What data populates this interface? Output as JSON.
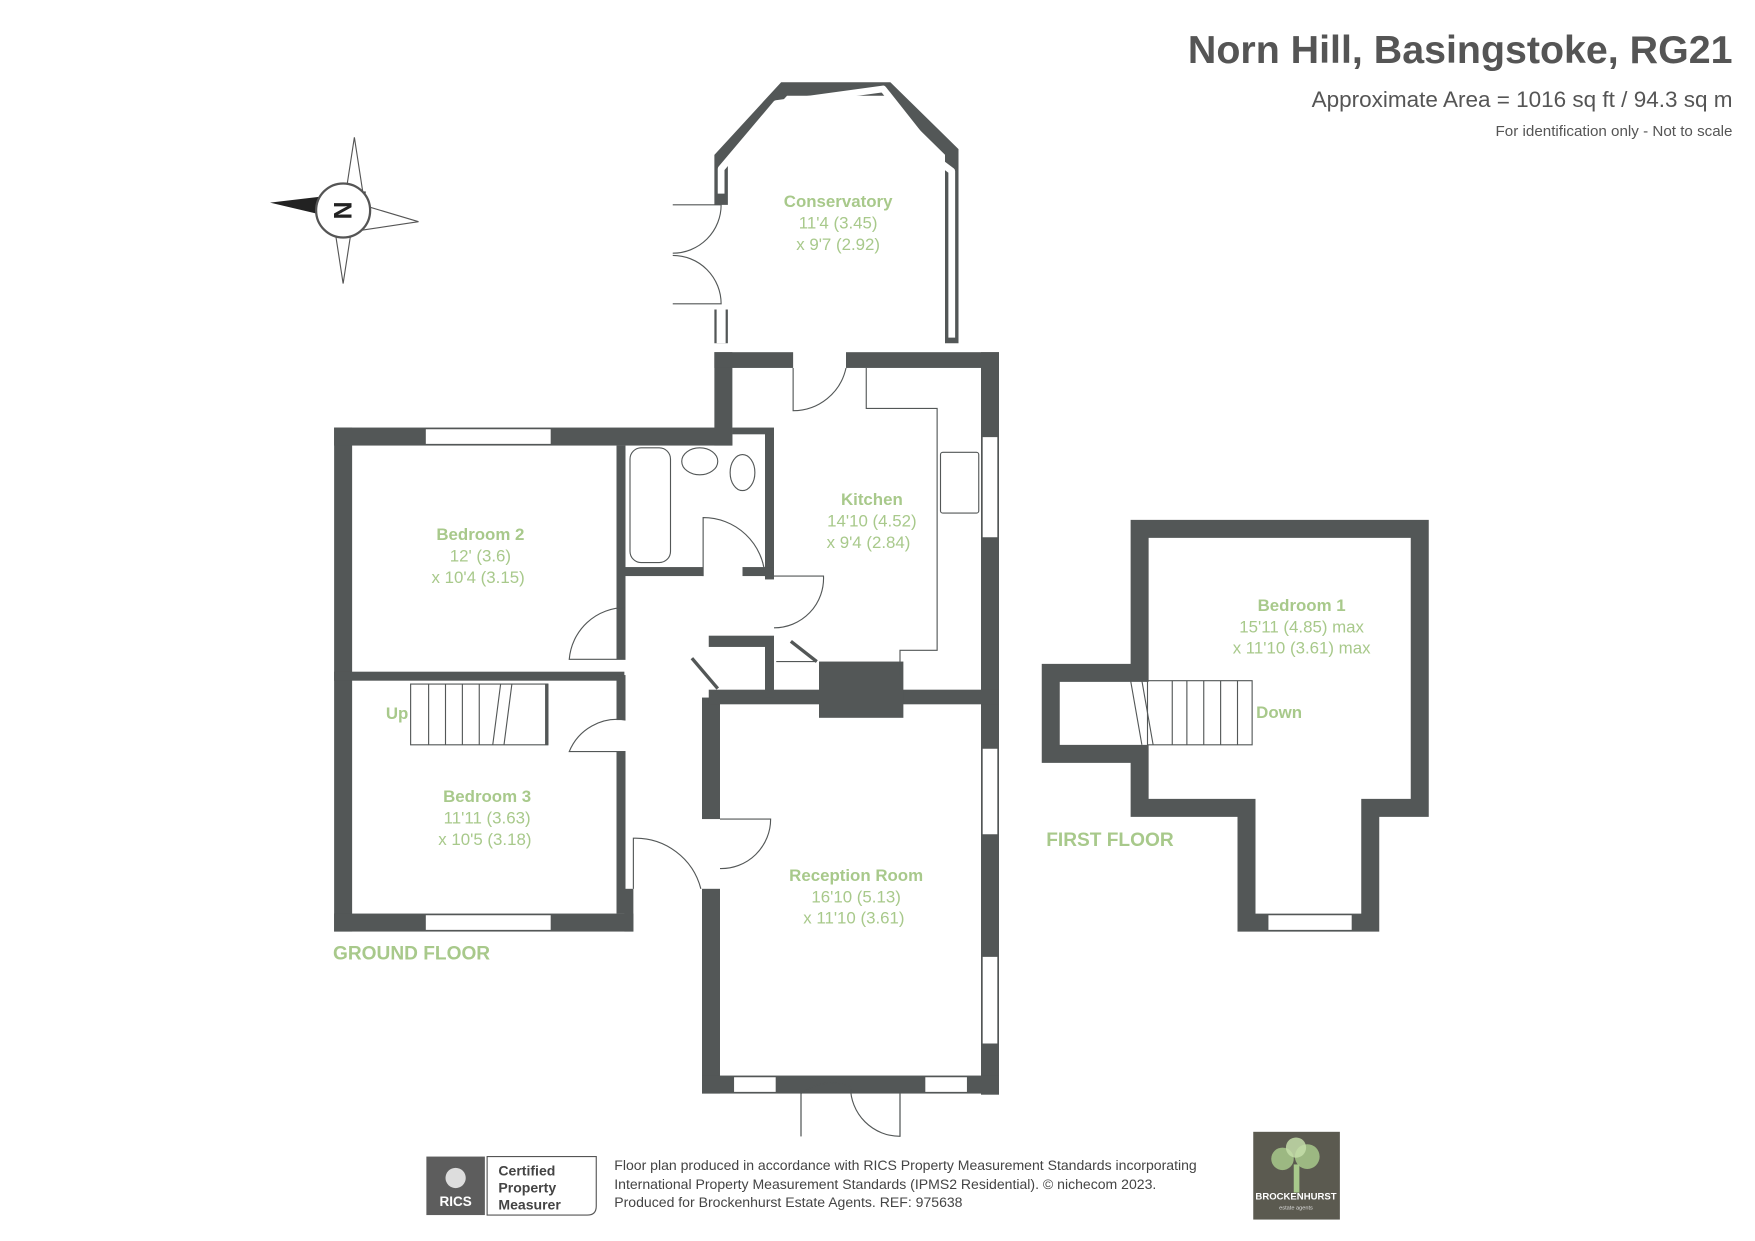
{
  "header": {
    "title": "Norn Hill, Basingstoke, RG21",
    "area": "Approximate Area = 1016 sq ft / 94.3 sq m",
    "disclaimer": "For identification only - Not to scale"
  },
  "compass": {
    "label": "N"
  },
  "rooms": {
    "conservatory": {
      "name": "Conservatory",
      "dim1": "11'4 (3.45)",
      "dim2": "x 9'7 (2.92)"
    },
    "kitchen": {
      "name": "Kitchen",
      "dim1": "14'10 (4.52)",
      "dim2": "x 9'4 (2.84)"
    },
    "bedroom2": {
      "name": "Bedroom 2",
      "dim1": "12' (3.6)",
      "dim2": "x 10'4 (3.15)"
    },
    "bedroom3": {
      "name": "Bedroom 3",
      "dim1": "11'11 (3.63)",
      "dim2": "x 10'5 (3.18)"
    },
    "reception": {
      "name": "Reception Room",
      "dim1": "16'10 (5.13)",
      "dim2": "x 11'10 (3.61)"
    },
    "bedroom1": {
      "name": "Bedroom 1",
      "dim1": "15'11 (4.85) max",
      "dim2": "x 11'10 (3.61) max"
    }
  },
  "stairs": {
    "up": "Up",
    "down": "Down"
  },
  "floors": {
    "ground": "GROUND FLOOR",
    "first": "FIRST FLOOR"
  },
  "footer": {
    "rics_logo": "RICS",
    "badge_line1": "Certified",
    "badge_line2": "Property",
    "badge_line3": "Measurer",
    "line1": "Floor plan produced in accordance with RICS Property Measurement Standards incorporating",
    "line2": "International Property Measurement Standards (IPMS2 Residential).   © nichecom 2023.",
    "line3": "Produced for Brockenhurst Estate Agents.   REF: 975638",
    "agent_logo": "BROCKENHURST",
    "agent_logo_sub": "estate agents"
  },
  "colors": {
    "wall": "#535757",
    "label": "#a8c98b",
    "logo_bg": "#5b5a50"
  }
}
